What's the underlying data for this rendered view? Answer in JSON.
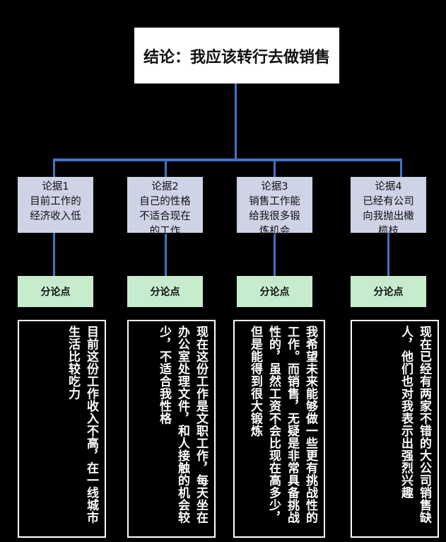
{
  "conclusion": "结论：我应该转行去做销售",
  "columns": [
    {
      "arg_title": "论据1",
      "arg_lines": [
        "目前工作的",
        "经济收入低"
      ],
      "point": "分论点",
      "detail": "目前这份工作收入不高，在一线城市生活比较吃力"
    },
    {
      "arg_title": "论据2",
      "arg_lines": [
        "自己的性格",
        "不适合现在",
        "的工作"
      ],
      "point": "分论点",
      "detail": "现在这份工作是文职工作，每天坐在办公室处理文件，和人接触的机会较少，不适合我性格"
    },
    {
      "arg_title": "论据3",
      "arg_lines": [
        "销售工作能",
        "给我很多锻",
        "炼机会"
      ],
      "point": "分论点",
      "detail": "我希望未来能够做一些更有挑战性的工作。而销售，无疑是非常具备挑战性的，虽然工资不会比现在高多少，但是能得到很大锻炼"
    },
    {
      "arg_title": "论据4",
      "arg_lines": [
        "已经有公司",
        "向我抛出橄",
        "榄枝"
      ],
      "point": "分论点",
      "detail": "现在已经有两家不错的大公司销售缺人，他们也对我表示出强烈兴趣"
    }
  ]
}
